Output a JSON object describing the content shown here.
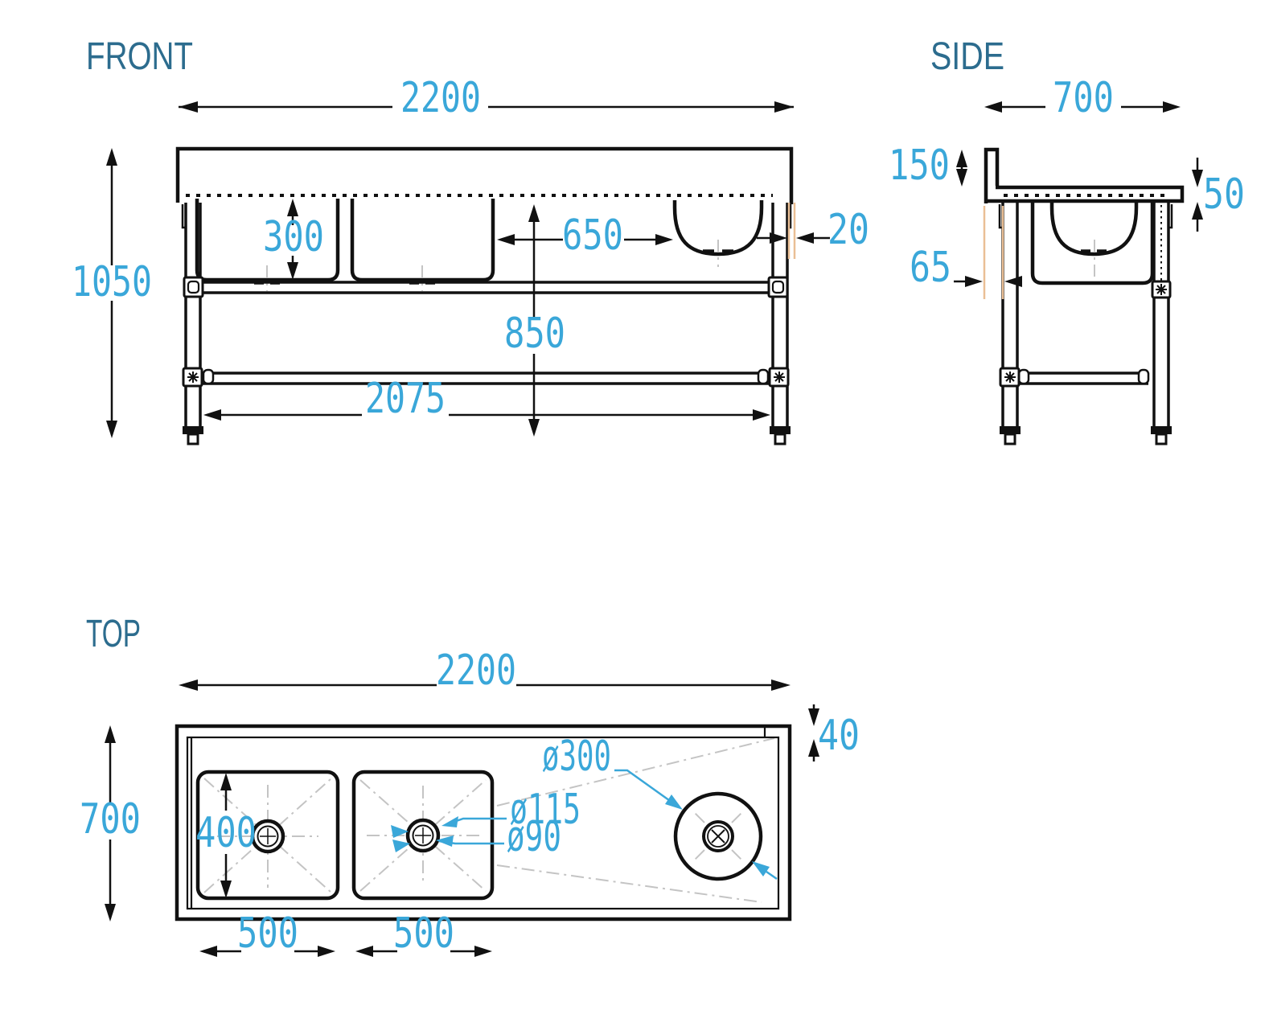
{
  "colors": {
    "line": "#111111",
    "dim": "#3aa7d9",
    "title": "#2c6c8e",
    "construction": "#c4c4c4",
    "accent": "#eabf95",
    "bg": "#ffffff"
  },
  "front": {
    "title": "FRONT",
    "width": "2200",
    "height": "1050",
    "bowl_depth": "300",
    "bowl_offset": "650",
    "overhang": "20",
    "worktop_height": "850",
    "leg_span": "2075"
  },
  "side": {
    "title": "SIDE",
    "depth": "700",
    "splashback_height": "150",
    "top_thickness": "50",
    "leg_setback": "65"
  },
  "top": {
    "title": "TOP",
    "width": "2200",
    "depth": "700",
    "edge_lip": "40",
    "bowl_width": "400",
    "round_bowl_diameter": "ø300",
    "drain_flange_diameter": "ø115",
    "drain_diameter": "ø90",
    "bowl1_length": "500",
    "bowl2_length": "500"
  }
}
